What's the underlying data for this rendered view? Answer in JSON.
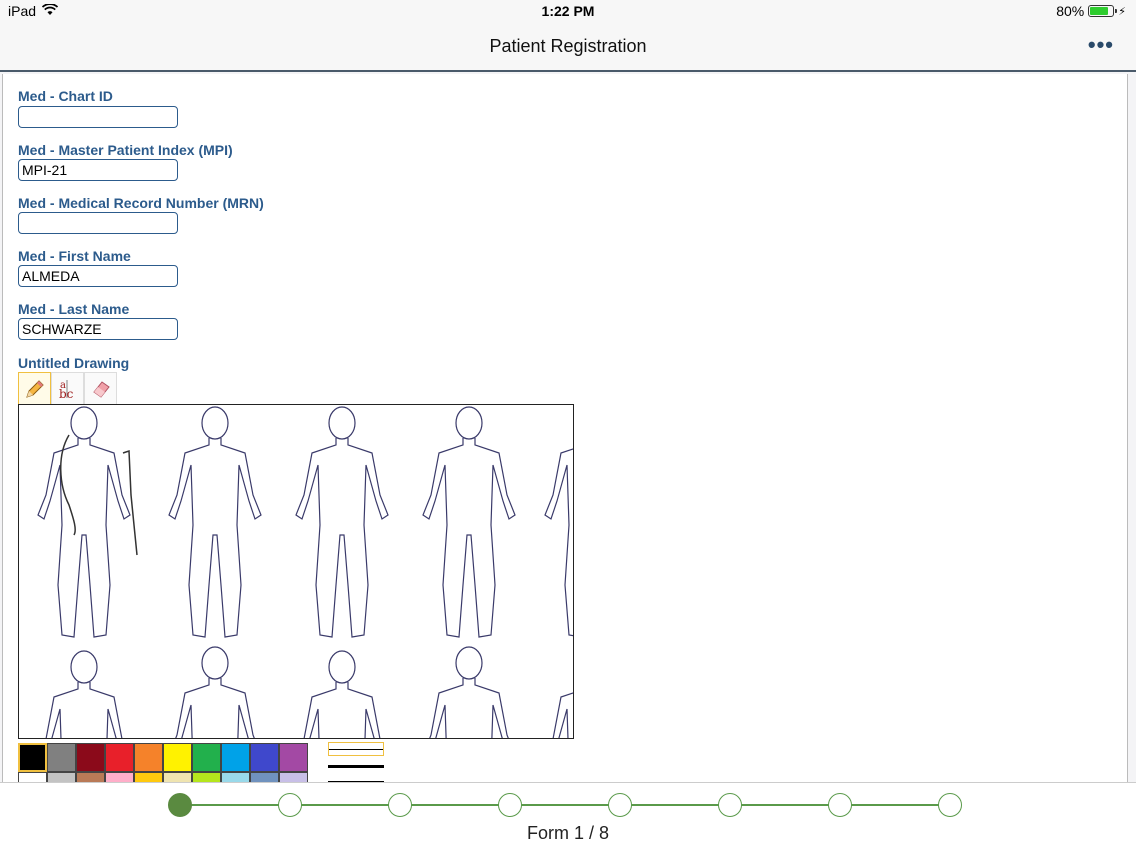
{
  "status": {
    "device": "iPad",
    "time": "1:22 PM",
    "battery": "80%",
    "battery_level": 0.8
  },
  "nav": {
    "title": "Patient Registration",
    "more": "•••"
  },
  "fields": [
    {
      "label": "Med - Chart ID",
      "value": ""
    },
    {
      "label": "Med - Master Patient Index (MPI)",
      "value": "MPI-21"
    },
    {
      "label": "Med - Medical Record Number (MRN)",
      "value": ""
    },
    {
      "label": "Med - First Name",
      "value": "ALMEDA"
    },
    {
      "label": "Med - Last Name",
      "value": "SCHWARZE"
    }
  ],
  "drawing": {
    "label": "Untitled Drawing",
    "tools": [
      "pencil-icon",
      "text-icon",
      "eraser-icon"
    ],
    "colors_row1": [
      "#000000",
      "#808080",
      "#8b0a1a",
      "#e8202a",
      "#f5822a",
      "#fff200",
      "#22b04c",
      "#00a2e8",
      "#3f48cc",
      "#a349a4"
    ],
    "colors_row2": [
      "#ffffff",
      "#c3c3c3",
      "#b97a57",
      "#ffaec9",
      "#ffc90e",
      "#efe4b0",
      "#b5e61d",
      "#99d9ea",
      "#7092be",
      "#c8bfe7"
    ]
  },
  "footer": {
    "form_counter": "Form 1 / 8",
    "total_steps": 8,
    "current_step": 1
  }
}
